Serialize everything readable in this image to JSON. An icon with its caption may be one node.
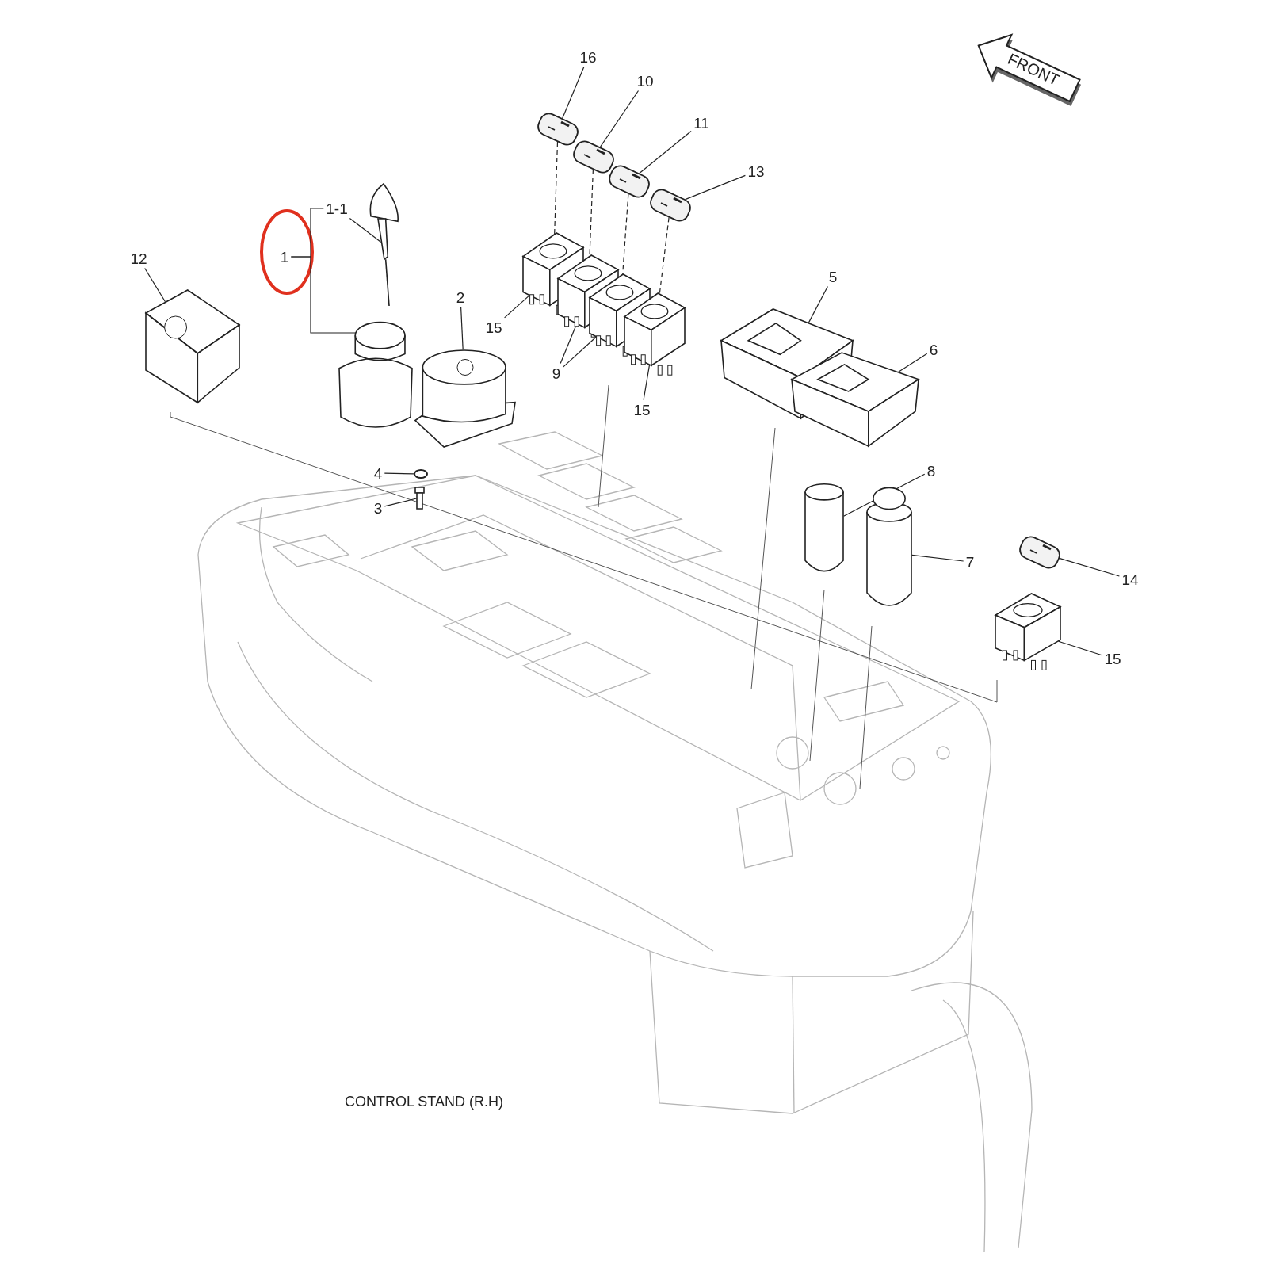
{
  "diagram": {
    "nodes": [
      {
        "text": [
          "16"
        ]
      },
      {
        "text": [
          "10"
        ]
      },
      {
        "text": [
          "11"
        ]
      },
      {
        "text": [
          "13"
        ]
      },
      {
        "text": [
          "1-1"
        ]
      },
      {
        "text": [
          "1"
        ]
      },
      {
        "text": [
          "12"
        ]
      },
      {
        "text": [
          "2"
        ]
      },
      {
        "text": [
          "15"
        ]
      },
      {
        "text": [
          "5"
        ]
      },
      {
        "text": [
          "9"
        ]
      },
      {
        "text": [
          "15"
        ]
      },
      {
        "text": [
          "6"
        ]
      },
      {
        "text": [
          "8"
        ]
      },
      {
        "text": [
          "4"
        ]
      },
      {
        "text": [
          "3"
        ]
      },
      {
        "text": [
          "7"
        ]
      },
      {
        "text": [
          "14"
        ]
      },
      {
        "text": [
          "15"
        ]
      },
      {
        "text": [],
        "shape": "picture"
      },
      {
        "text": [],
        "shape": "picture"
      },
      {
        "text": [],
        "shape": "picture"
      },
      {
        "text": [],
        "shape": "picture"
      },
      {
        "text": [],
        "shape": "picture"
      },
      {
        "text": [],
        "shape": "cylinder"
      },
      {
        "text": [],
        "shape": "picture"
      },
      {
        "text": [],
        "shape": "picture"
      },
      {
        "text": [],
        "shape": "picture"
      },
      {
        "text": [],
        "shape": "picture"
      },
      {
        "text": [],
        "shape": "picture"
      },
      {
        "text": [],
        "shape": "picture"
      },
      {
        "text": [],
        "shape": "picture"
      },
      {
        "text": [],
        "shape": "picture"
      },
      {
        "text": [],
        "shape": "cylinder"
      },
      {
        "text": [],
        "shape": "circle"
      },
      {
        "text": [],
        "shape": "picture"
      },
      {
        "text": [],
        "shape": "cylinder"
      },
      {
        "text": [],
        "shape": "picture"
      },
      {
        "text": [],
        "shape": "picture"
      }
    ],
    "edges": [
      {
        "from": 0,
        "to": 19,
        "arrow": "none"
      },
      {
        "from": 1,
        "to": 20,
        "arrow": "none"
      },
      {
        "from": 2,
        "to": 21,
        "arrow": "none"
      },
      {
        "from": 3,
        "to": 22,
        "arrow": "none"
      },
      {
        "from": 4,
        "to": 23,
        "arrow": "none"
      },
      {
        "from": 5,
        "to": 4,
        "arrow": "none"
      },
      {
        "from": 5,
        "to": 24,
        "arrow": "none"
      },
      {
        "from": 6,
        "to": 25,
        "arrow": "none"
      },
      {
        "from": 7,
        "to": 26,
        "arrow": "none"
      },
      {
        "from": 8,
        "to": 27,
        "arrow": "none"
      },
      {
        "from": 10,
        "to": 28,
        "arrow": "none"
      },
      {
        "from": 10,
        "to": 29,
        "arrow": "none"
      },
      {
        "from": 11,
        "to": 30,
        "arrow": "none"
      },
      {
        "from": 9,
        "to": 31,
        "arrow": "none"
      },
      {
        "from": 12,
        "to": 32,
        "arrow": "none"
      },
      {
        "from": 13,
        "to": 33,
        "arrow": "none"
      },
      {
        "from": 14,
        "to": 34,
        "arrow": "none"
      },
      {
        "from": 15,
        "to": 35,
        "arrow": "none"
      },
      {
        "from": 16,
        "to": 36,
        "arrow": "none"
      },
      {
        "from": 17,
        "to": 37,
        "arrow": "none"
      },
      {
        "from": 18,
        "to": 38,
        "arrow": "none"
      },
      {
        "from": 19,
        "to": 27,
        "arrow": "none",
        "style": "dashed"
      },
      {
        "from": 20,
        "to": 28,
        "arrow": "none",
        "style": "dashed"
      },
      {
        "from": 21,
        "to": 29,
        "arrow": "none",
        "style": "dashed"
      },
      {
        "from": 22,
        "to": 30,
        "arrow": "none",
        "style": "dashed"
      }
    ],
    "labels": [
      "FRONT",
      "CONTROL STAND (R.H)"
    ]
  }
}
